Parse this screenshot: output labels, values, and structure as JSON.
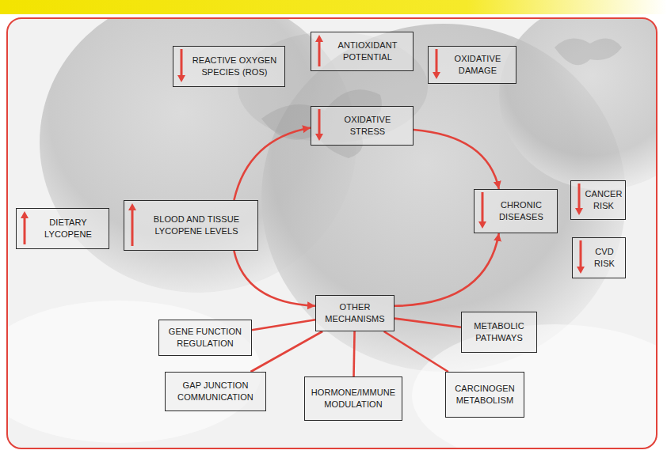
{
  "diagram": {
    "nodes": [
      {
        "text": [
          "REACTIVE OXYGEN SPECIES (ROS)"
        ]
      },
      {
        "text": [
          "ANTIOXIDANT POTENTIAL"
        ]
      },
      {
        "text": [
          "OXIDATIVE DAMAGE"
        ]
      },
      {
        "text": [
          "OXIDATIVE STRESS"
        ]
      },
      {
        "text": [
          "DIETARY LYCOPENE"
        ]
      },
      {
        "text": [
          "BLOOD AND TISSUE LYCOPENE LEVELS"
        ]
      },
      {
        "text": [
          "CANCER RISK"
        ]
      },
      {
        "text": [
          "CHRONIC DISEASES"
        ]
      },
      {
        "text": [
          "CVD RISK"
        ]
      },
      {
        "text": [
          "OTHER MECHANISMS"
        ]
      },
      {
        "text": [
          "GENE FUNCTION REGULATION"
        ]
      },
      {
        "text": [
          "METABOLIC PATHWAYS"
        ]
      },
      {
        "text": [
          "GAP JUNCTION COMMUNICATION"
        ]
      },
      {
        "text": [
          "HORMONE/IMMUNE MODULATION"
        ]
      },
      {
        "text": [
          "CARCINOGEN METABOLISM"
        ]
      }
    ],
    "edges": [
      {
        "from": 5,
        "to": 3,
        "arrow": "to"
      },
      {
        "from": 3,
        "to": 7,
        "arrow": "to"
      },
      {
        "from": 5,
        "to": 9,
        "arrow": "to"
      },
      {
        "from": 9,
        "to": 7,
        "arrow": "to"
      },
      {
        "from": 9,
        "to": 10,
        "arrow": "none"
      },
      {
        "from": 9,
        "to": 11,
        "arrow": "none"
      },
      {
        "from": 9,
        "to": 12,
        "arrow": "none"
      },
      {
        "from": 9,
        "to": 13,
        "arrow": "none"
      },
      {
        "from": 9,
        "to": 14,
        "arrow": "none"
      }
    ]
  }
}
